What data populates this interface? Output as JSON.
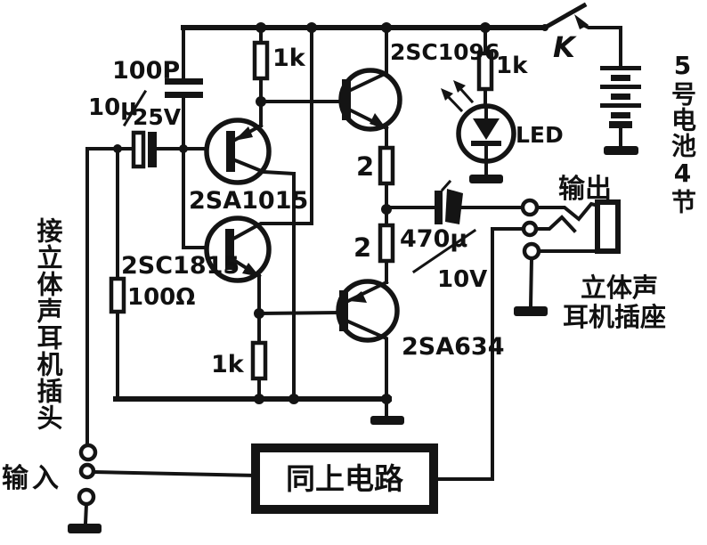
{
  "schematic": {
    "transistors": {
      "q1": "2SA1015",
      "q2": "2SC1815",
      "q3": "2SC1096",
      "q4": "2SA634"
    },
    "resistors": {
      "r_q1_load": "1k",
      "r_input": "100Ω",
      "r_q2_load": "1k",
      "r_out_upper": "2",
      "r_out_lower": "2",
      "r_led": "1k"
    },
    "capacitors": {
      "c_feedback": "100P",
      "c_in_value": "10μ",
      "c_in_voltage": "25V",
      "c_out_value": "470μ",
      "c_out_voltage": "10V"
    },
    "led_label": "LED",
    "switch_label": "K",
    "battery_label": "5号电池4节",
    "input_plug_label": "接立体声耳机插头",
    "input_label": "输入",
    "output_label": "输出",
    "channel_box_label": "同上电路",
    "headphone_jack_label_1": "立体声",
    "headphone_jack_label_2": "耳机插座"
  }
}
